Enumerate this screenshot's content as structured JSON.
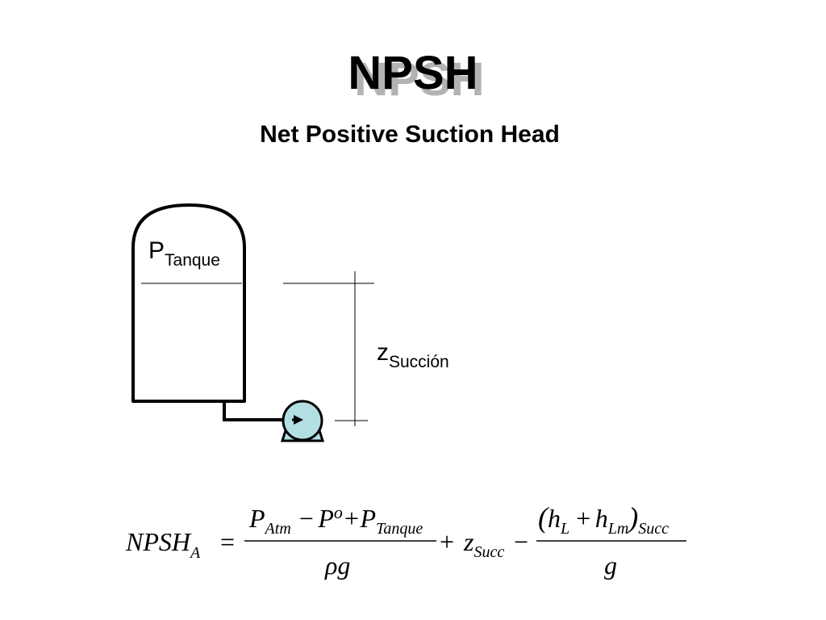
{
  "title": "NPSH",
  "subtitle": "Net Positive Suction Head",
  "diagram": {
    "tank_pressure_main": "P",
    "tank_pressure_sub": "Tanque",
    "height_main": "z",
    "height_sub": "Succión",
    "pump_color": "#b3dfe3"
  },
  "equation": {
    "lhs_main": "NPSH",
    "lhs_sub": "A",
    "equals": "=",
    "num1_P": "P",
    "num1_Atm": "Atm",
    "num1_minus": "−",
    "num1_Po": "P",
    "num1_deg": "o",
    "num1_plus": "+",
    "num1_Ptank": "P",
    "num1_Tanque": "Tanque",
    "den1_rho": "ρ",
    "den1_g": "g",
    "plus": "+",
    "z_main": "z",
    "z_sub": "Succ",
    "minus": "−",
    "num2_lparen": "(",
    "num2_h1": "h",
    "num2_L": "L",
    "num2_plus": "+",
    "num2_h2": "h",
    "num2_Lm": "Lm",
    "num2_rparen": ")",
    "num2_Succ": "Succ",
    "den2_g": "g"
  }
}
